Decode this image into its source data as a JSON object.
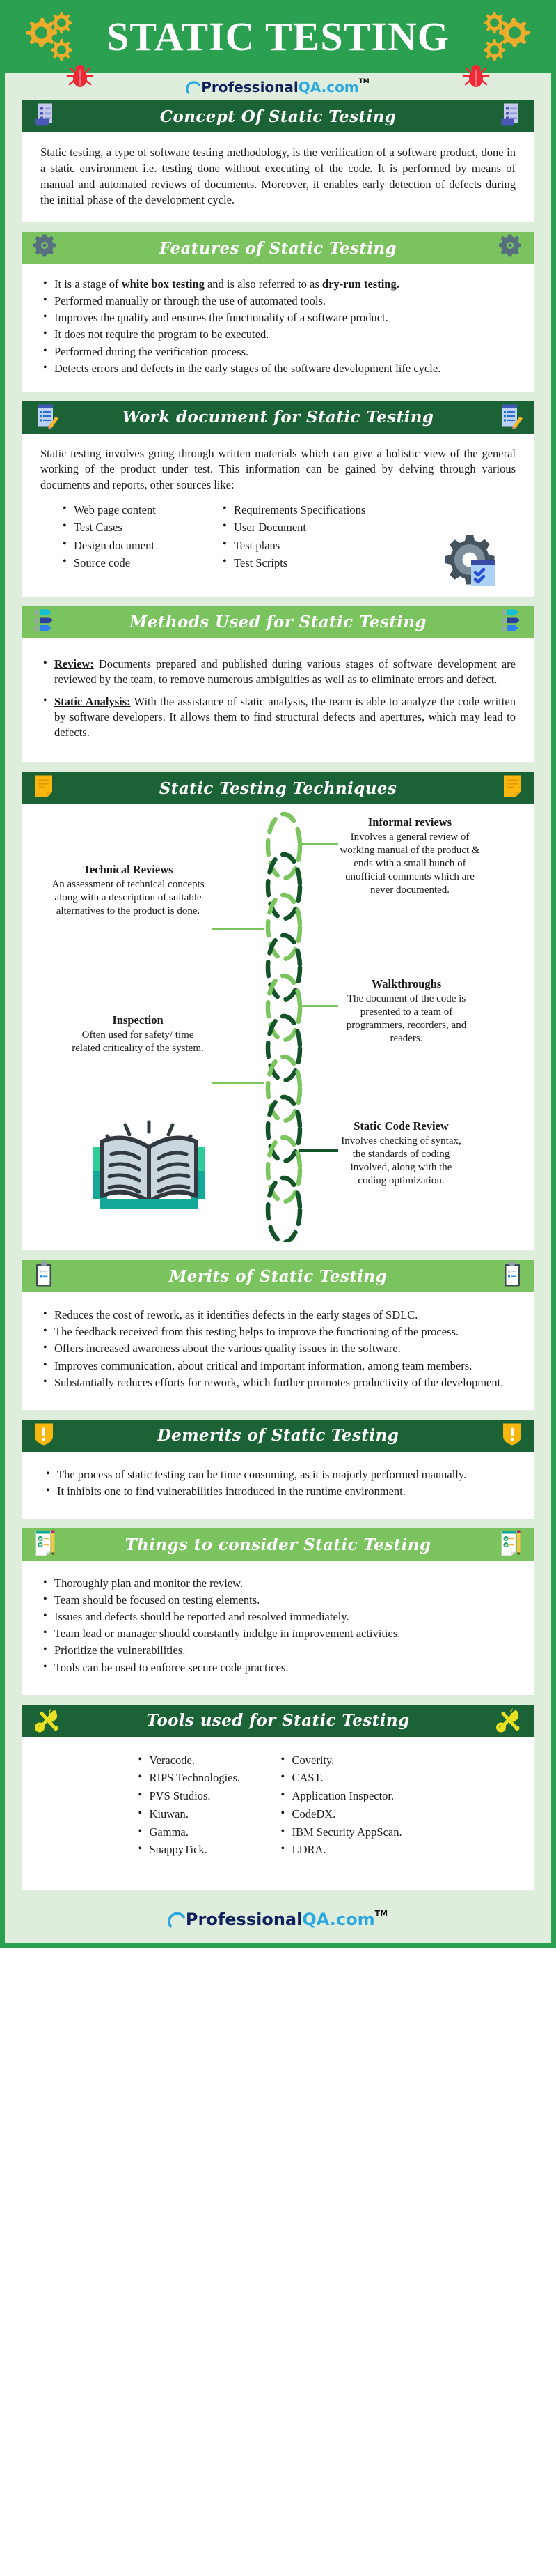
{
  "masthead": {
    "title": "STATIC TESTING",
    "gear_icon": "gears-icon",
    "bug_icon": "bug-icon"
  },
  "brand": {
    "part1": "Professional",
    "part2": "QA.com",
    "tm": "TM"
  },
  "sections": [
    {
      "id": "concept",
      "title": "Concept Of Static Testing",
      "style": "dark",
      "icon": "document-list-icon",
      "paragraph": "Static testing, a type of software testing methodology, is the verification of a software product, done in a static environment i.e. testing done without executing of the code. It is performed by means of manual and automated reviews of documents. Moreover, it enables early detection of defects during the initial phase of the development cycle."
    },
    {
      "id": "features",
      "title": "Features of Static Testing",
      "style": "light",
      "icon": "gear-icon",
      "bullets": [
        "It is a stage of <b>white box testing</b> and is also referred to as <b>dry-run testing.</b>",
        "Performed manually or through the use of automated tools.",
        "Improves the quality and ensures the functionality of a software product.",
        "It does not require the program to be executed.",
        "Performed during the verification process.",
        "Detects errors and defects in the early stages of the software development life cycle."
      ]
    },
    {
      "id": "work-document",
      "title": "Work document for Static Testing",
      "style": "dark",
      "icon": "notepad-pencil-icon",
      "paragraph": "Static testing involves going through written materials which can give a holistic view of the general working of the product under test. This information can be gained by delving through various documents and reports, other sources like:",
      "col_left": [
        "Web page content",
        "Test Cases",
        "Design document",
        "Source code"
      ],
      "col_right": [
        "Requirements Specifications",
        "User Document",
        "Test plans",
        "Test Scripts"
      ],
      "decor_icon": "gear-checklist-icon"
    },
    {
      "id": "methods",
      "title": "Methods Used for Static Testing",
      "style": "light",
      "icon": "flowchart-nodes-icon",
      "bullets": [
        "<u class=\"uline\">Review:</u> Documents prepared and published during various stages of software development are reviewed by the team, to remove numerous ambiguities as well as to eliminate errors and defect.",
        "<u class=\"uline\">Static Analysis:</u> With the assistance of static analysis, the team is able to analyze the code written by software developers. It allows them to find structural defects and apertures, which may lead to defects."
      ]
    },
    {
      "id": "techniques",
      "title": "Static Testing Techniques",
      "style": "dark",
      "icon": "yellow-note-icon"
    },
    {
      "id": "merits",
      "title": "Merits of Static Testing",
      "style": "light",
      "icon": "clipboard-icon",
      "bullets": [
        "Reduces the cost of rework, as it identifies defects in the early stages of SDLC.",
        "The feedback received from this testing helps to improve the functioning of the process.",
        "Offers increased awareness about the various quality issues in the software.",
        "Improves communication, about critical and important information, among team members.",
        "Substantially reduces efforts for rework, which further promotes productivity of the development."
      ]
    },
    {
      "id": "demerits",
      "title": "Demerits of Static Testing",
      "style": "dark",
      "icon": "warning-shield-icon",
      "bullets": [
        "The process of static testing can be time consuming, as it is majorly performed manually.",
        "It inhibits one to find vulnerabilities introduced in the runtime environment."
      ]
    },
    {
      "id": "considerations",
      "title": "Things to consider Static Testing",
      "style": "light",
      "icon": "checklist-pencil-icon",
      "bullets": [
        "Thoroughly plan and monitor the review.",
        "Team should be focused on testing elements.",
        "Issues and defects should be reported and resolved immediately.",
        "Team lead or manager should constantly indulge in improvement activities.",
        "Prioritize the vulnerabilities.",
        "Tools can be used to enforce secure code practices."
      ]
    },
    {
      "id": "tools",
      "title": "Tools used for Static Testing",
      "style": "dark",
      "icon": "wrench-screwdriver-icon",
      "col_left": [
        "Veracode.",
        "RIPS Technologies.",
        "PVS Studios.",
        "Kiuwan.",
        "Gamma.",
        "SnappyTick."
      ],
      "col_right": [
        "Coverity.",
        "CAST.",
        "Application Inspector.",
        "CodeDX.",
        "IBM Security AppScan.",
        "LDRA."
      ]
    }
  ],
  "techniques_diagram": {
    "items": [
      {
        "name": "Informal reviews",
        "text": "Involves a general review of working manual of the product & ends with a small bunch of unofficial comments which are never documented.",
        "side": "right"
      },
      {
        "name": "Walkthroughs",
        "text": "The document of the code is presented to a team of programmers, recorders, and readers.",
        "side": "right"
      },
      {
        "name": "Static Code Review",
        "text": "Involves checking of syntax, the standards of coding involved, along with the coding optimization.",
        "side": "right"
      },
      {
        "name": "Technical Reviews",
        "text": "An assessment of technical concepts along with a description of suitable alternatives to the product is done.",
        "side": "left"
      },
      {
        "name": "Inspection",
        "text": "Often used for safety/ time related criticality of the system.",
        "side": "left"
      }
    ],
    "book_icon": "open-book-icon"
  },
  "colors": {
    "brand_green": "#2aa050",
    "dark_header": "#1b6236",
    "light_header": "#7ac35e",
    "page_bg": "#dfeedc",
    "gear_yellow": "#eeac2b",
    "bug_red": "#ef2a36",
    "chain_light": "#7cc45f",
    "chain_dark": "#14532a"
  }
}
